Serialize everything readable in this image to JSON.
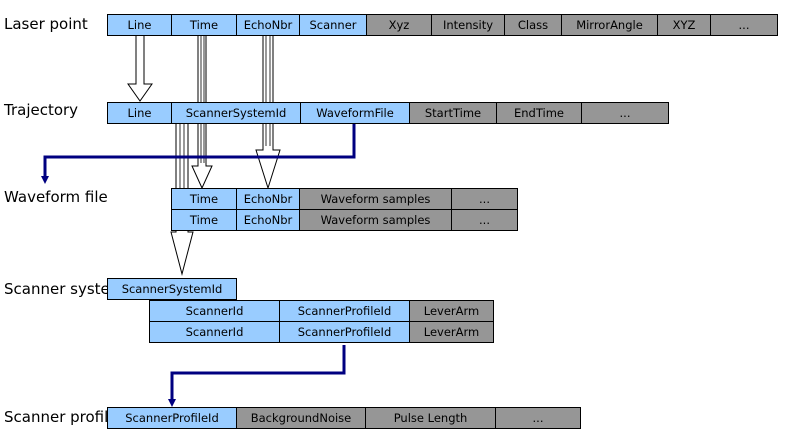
{
  "colors": {
    "key_field": "#99ccff",
    "other_field": "#969696",
    "link": "#000080"
  },
  "tables": {
    "laser_point": {
      "label": "Laser point",
      "fields": [
        "Line",
        "Time",
        "EchoNbr",
        "Scanner",
        "Xyz",
        "Intensity",
        "Class",
        "MirrorAngle",
        "XYZ",
        "..."
      ]
    },
    "trajectory": {
      "label": "Trajectory",
      "fields": [
        "Line",
        "ScannerSystemId",
        "WaveformFile",
        "StartTime",
        "EndTime",
        "..."
      ]
    },
    "waveform_file": {
      "label": "Waveform file",
      "rows": [
        [
          "Time",
          "EchoNbr",
          "Waveform samples",
          "..."
        ],
        [
          "Time",
          "EchoNbr",
          "Waveform samples",
          "..."
        ]
      ]
    },
    "scanner_system": {
      "label": "Scanner system",
      "header": "ScannerSystemId",
      "rows": [
        [
          "ScannerId",
          "ScannerProfileId",
          "LeverArm"
        ],
        [
          "ScannerId",
          "ScannerProfileId",
          "LeverArm"
        ]
      ]
    },
    "scanner_profile": {
      "label": "Scanner profile",
      "fields": [
        "ScannerProfileId",
        "BackgroundNoise",
        "Pulse Length",
        "..."
      ]
    }
  }
}
